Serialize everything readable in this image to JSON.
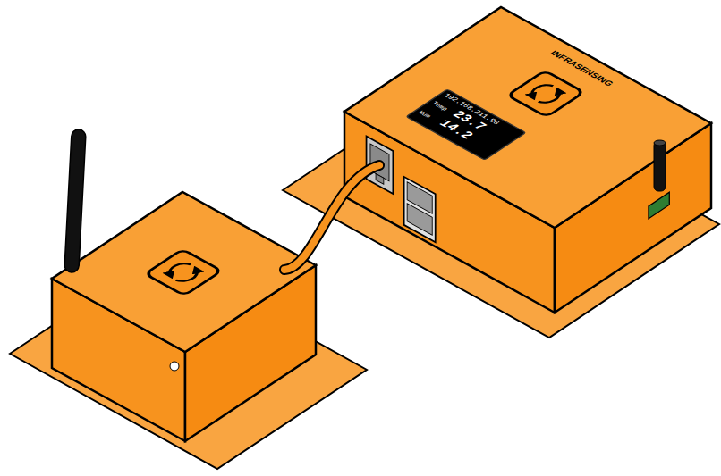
{
  "diagram": {
    "labels": [
      "INFRASENSING",
      "192.168.211.98",
      "Temp",
      "23.7",
      "Hum",
      "14.2"
    ]
  }
}
